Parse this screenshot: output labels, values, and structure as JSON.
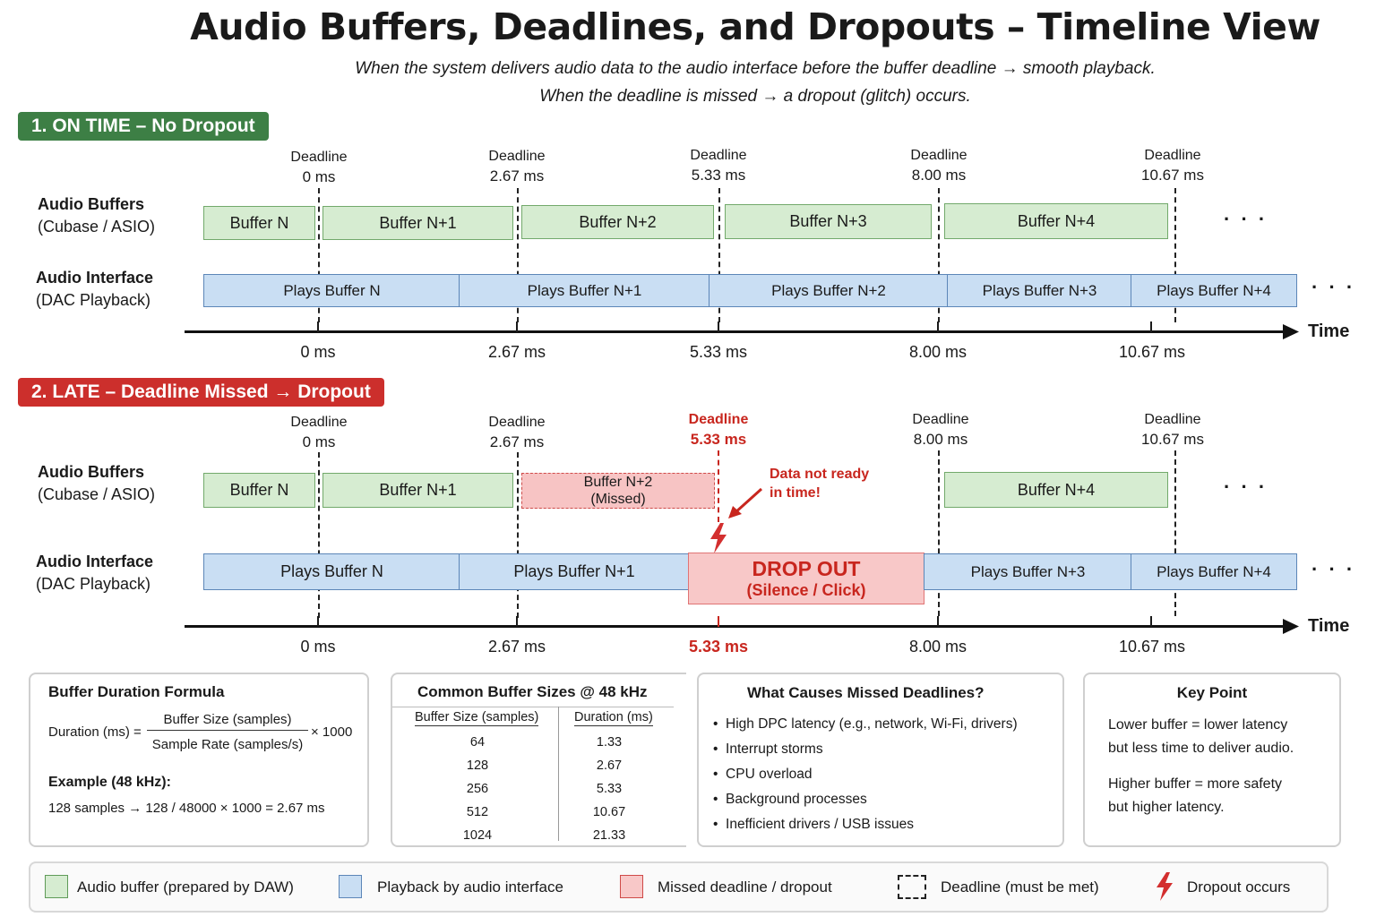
{
  "header": {
    "title": "Audio Buffers, Deadlines, and Dropouts – Timeline View",
    "subtitle_1": "When the system delivers audio data to the audio interface before the buffer deadline → smooth playback.",
    "subtitle_2": "When the deadline is missed → a dropout (glitch) occurs."
  },
  "colors": {
    "on_time_tag": "#3d7f45",
    "late_tag": "#cc2f2c",
    "buffer_fill": "#d6ecd1",
    "playback_fill": "#c9def3",
    "dropout_fill": "#f8c8c8",
    "deadline_red": "#c8261e"
  },
  "common": {
    "deadline_word": "Deadline",
    "buffers_label_title": "Audio Buffers",
    "buffers_label_sub": "(Cubase / ASIO)",
    "interface_label_title": "Audio Interface",
    "interface_label_sub": "(DAC Playback)",
    "time_label": "Time",
    "ellipsis": "· · ·",
    "times": [
      "0 ms",
      "2.67 ms",
      "5.33 ms",
      "8.00 ms",
      "10.67 ms"
    ]
  },
  "section1": {
    "tag": "1. ON TIME – No Dropout",
    "buffers": [
      "Buffer N",
      "Buffer N+1",
      "Buffer N+2",
      "Buffer N+3",
      "Buffer N+4"
    ],
    "playback": [
      "Plays Buffer N",
      "Plays Buffer N+1",
      "Plays Buffer N+2",
      "Plays Buffer N+3",
      "Plays Buffer N+4"
    ]
  },
  "section2": {
    "tag": "2. LATE – Deadline Missed → Dropout",
    "buffers": [
      "Buffer N",
      "Buffer N+1",
      "Buffer N+4"
    ],
    "missed_buffer_line1": "Buffer N+2",
    "missed_buffer_line2": "(Missed)",
    "annotation_line1": "Data not ready",
    "annotation_line2": "in time!",
    "playback": [
      "Plays Buffer N",
      "Plays Buffer N+1",
      "Plays Buffer N+3",
      "Plays Buffer N+4"
    ],
    "dropout_line1": "DROP OUT",
    "dropout_line2": "(Silence / Click)"
  },
  "formula_panel": {
    "title": "Buffer Duration Formula",
    "lhs": "Duration (ms) =",
    "numerator": "Buffer Size (samples)",
    "denominator": "Sample Rate (samples/s)",
    "multiplier": "× 1000",
    "example_title": "Example (48 kHz):",
    "example": "128 samples → 128 / 48000 × 1000 = 2.67 ms"
  },
  "sizes_panel": {
    "title": "Common Buffer Sizes @ 48 kHz",
    "col1": "Buffer Size (samples)",
    "col2": "Duration (ms)",
    "rows": [
      [
        "64",
        "1.33"
      ],
      [
        "128",
        "2.67"
      ],
      [
        "256",
        "5.33"
      ],
      [
        "512",
        "10.67"
      ],
      [
        "1024",
        "21.33"
      ]
    ]
  },
  "causes_panel": {
    "title": "What Causes Missed Deadlines?",
    "items": [
      "High DPC latency (e.g., network, Wi-Fi, drivers)",
      "Interrupt storms",
      "CPU overload",
      "Background processes",
      "Inefficient drivers / USB issues"
    ]
  },
  "key_panel": {
    "title": "Key Point",
    "line1": "Lower buffer = lower latency",
    "line2": "but less time to deliver audio.",
    "line3": "Higher buffer = more safety",
    "line4": "but higher latency."
  },
  "legend": {
    "buffer": "Audio buffer (prepared by DAW)",
    "playback": "Playback by audio interface",
    "missed": "Missed deadline / dropout",
    "deadline": "Deadline (must be met)",
    "dropout": "Dropout occurs"
  }
}
